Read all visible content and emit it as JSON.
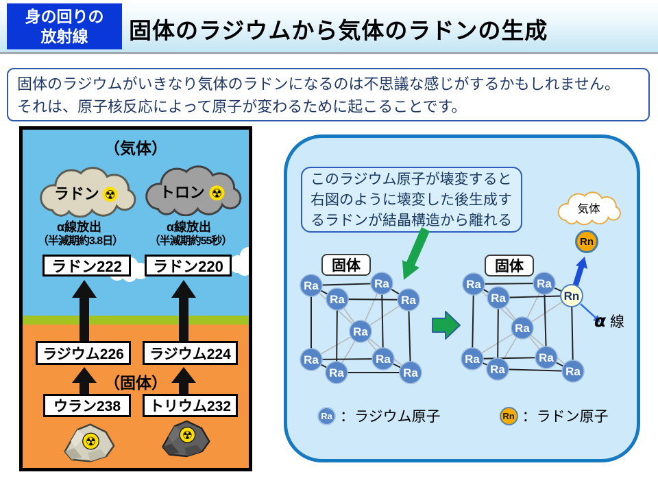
{
  "header": {
    "badge_line1": "身の回りの",
    "badge_line2": "放射線",
    "title": "固体のラジウムから気体のラドンの生成"
  },
  "intro": {
    "line1": "固体のラジウムがいきなり気体のラドンになるのは不思議な感じがするかもしれません。",
    "line2": "それは、原子核反応によって原子が変わるために起こることです。"
  },
  "icons": {
    "radiation_symbol": "☢"
  },
  "left_panel": {
    "gas_label": "（気体）",
    "solid_label": "（固体）",
    "radon_chain": {
      "cloud": "ラドン",
      "emission": "α線放出",
      "half_life": "（半減期約3.8日）",
      "gas_box": "ラドン222",
      "solid_box": "ラジウム226",
      "source_box": "ウラン238"
    },
    "thoron_chain": {
      "cloud": "トロン",
      "emission": "α線放出",
      "half_life": "（半減期約55秒）",
      "gas_box": "ラドン220",
      "solid_box": "ラジウム224",
      "source_box": "トリウム232"
    }
  },
  "right_panel": {
    "callout": {
      "line1": "このラジウム原子が壊変すると",
      "line2": "右図のように壊変した後生成す",
      "line3": "るラドンが結晶構造から離れる"
    },
    "solid_label_left": "固体",
    "solid_label_right": "固体",
    "gas_cloud": "気体",
    "escaped_atom": "Rn",
    "alpha_symbol": "α",
    "alpha_suffix": "線",
    "crystal_left_atoms": [
      "Ra",
      "Ra",
      "Ra",
      "Ra",
      "Ra",
      "Ra",
      "Ra",
      "Ra",
      "Ra"
    ],
    "crystal_right_atoms": [
      "Ra",
      "Ra",
      "Ra",
      "Rn",
      "Ra",
      "Ra",
      "Ra",
      "Ra",
      "Ra"
    ],
    "legend": {
      "ra_symbol": "Ra",
      "ra_label": "：ラジウム原子",
      "rn_symbol": "Rn",
      "rn_label": "：ラドン原子"
    }
  },
  "colors": {
    "badge_blue": "#0a38d8",
    "panel_border_blue": "#1779c0",
    "sky": "#6cc1ea",
    "grass": "#a2c322",
    "ground": "#f6953f",
    "atom_blue": "#5585c7",
    "radon_orange": "#f5a800",
    "arrow_green": "#19a34c",
    "arrow_blue": "#1b4fd8"
  }
}
